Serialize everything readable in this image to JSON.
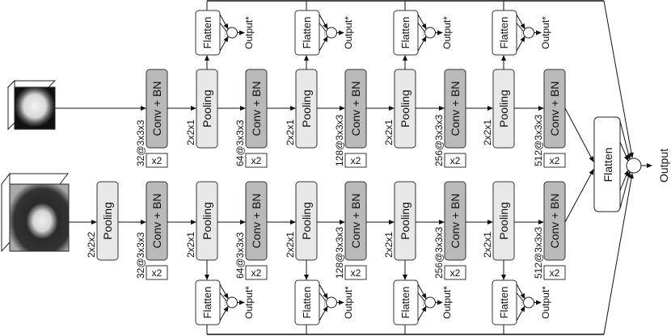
{
  "top_branch": {
    "layers": [
      {
        "type": "conv",
        "label": "Conv + BN",
        "filter": "32@3x3x3",
        "repeat": "x2"
      },
      {
        "type": "pool",
        "label": "Pooling",
        "size": "2x2x1"
      },
      {
        "type": "conv",
        "label": "Conv + BN",
        "filter": "64@3x3x3",
        "repeat": "x2"
      },
      {
        "type": "pool",
        "label": "Pooling",
        "size": "2x2x1"
      },
      {
        "type": "conv",
        "label": "Conv + BN",
        "filter": "128@3x3x3",
        "repeat": "x2"
      },
      {
        "type": "pool",
        "label": "Pooling",
        "size": "2x2x1"
      },
      {
        "type": "conv",
        "label": "Conv + BN",
        "filter": "256@3x3x3",
        "repeat": "x2"
      },
      {
        "type": "pool",
        "label": "Pooling",
        "size": "2x2x1"
      },
      {
        "type": "conv",
        "label": "Conv + BN",
        "filter": "512@3x3x3",
        "repeat": "x2"
      }
    ]
  },
  "bottom_branch": {
    "layers": [
      {
        "type": "pool",
        "label": "Pooling",
        "size": "2x2x2"
      },
      {
        "type": "conv",
        "label": "Conv + BN",
        "filter": "32@3x3x3",
        "repeat": "x2"
      },
      {
        "type": "pool",
        "label": "Pooling",
        "size": "2x2x1"
      },
      {
        "type": "conv",
        "label": "Conv + BN",
        "filter": "64@3x3x3",
        "repeat": "x2"
      },
      {
        "type": "pool",
        "label": "Pooling",
        "size": "2x2x1"
      },
      {
        "type": "conv",
        "label": "Conv + BN",
        "filter": "128@3x3x3",
        "repeat": "x2"
      },
      {
        "type": "pool",
        "label": "Pooling",
        "size": "2x2x1"
      },
      {
        "type": "conv",
        "label": "Conv + BN",
        "filter": "256@3x3x3",
        "repeat": "x2"
      },
      {
        "type": "pool",
        "label": "Pooling",
        "size": "2x2x1"
      },
      {
        "type": "conv",
        "label": "Conv + BN",
        "filter": "512@3x3x3",
        "repeat": "x2"
      }
    ]
  },
  "aux_head": {
    "flatten": "Flatten",
    "output": "Output*",
    "dots": "....."
  },
  "final_head": {
    "flatten": "Flatten",
    "output": "Output",
    "dots": "....."
  },
  "colors": {
    "conv_fill": "#b9b9b9",
    "pool_fill": "#e8e8e8",
    "stroke": "#333333"
  }
}
